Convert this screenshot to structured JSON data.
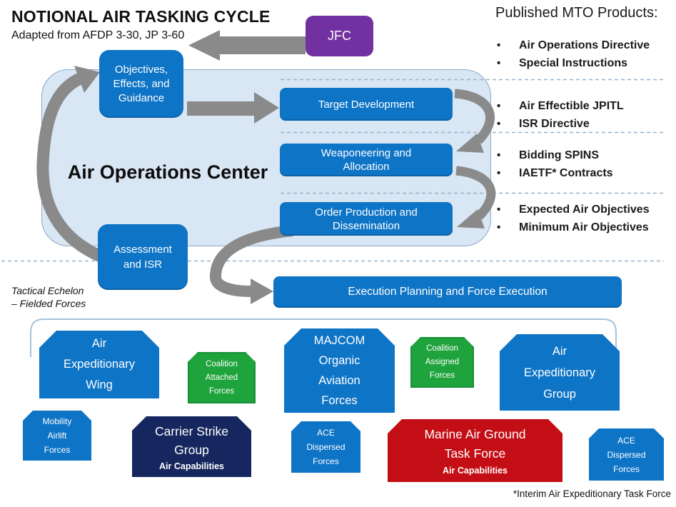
{
  "title": "NOTIONAL AIR TASKING CYCLE",
  "subtitle": "Adapted from AFDP 3-30, JP 3-60",
  "jfc_label": "JFC",
  "aoc_label": "Air Operations Center",
  "cycle": {
    "objectives": "Objectives, Effects, and Guidance",
    "target_development": "Target Development",
    "weaponeering": "Weaponeering and Allocation",
    "order_production": "Order Production and Dissemination",
    "assessment": "Assessment and ISR",
    "execution": "Execution Planning and Force Execution"
  },
  "mto": {
    "heading": "Published MTO Products:",
    "bullet": "•",
    "groups": [
      {
        "items": [
          "Air Operations Directive",
          "Special Instructions"
        ]
      },
      {
        "items": [
          "Air Effectible JPITL",
          "ISR Directive"
        ]
      },
      {
        "items": [
          "Bidding SPINS",
          "IAETF* Contracts"
        ]
      },
      {
        "items": [
          "Expected Air Objectives",
          "Minimum Air Objectives"
        ]
      }
    ]
  },
  "tactical": {
    "line1": "Tactical Echelon",
    "line2": "– Fielded Forces"
  },
  "forces": {
    "air_expeditionary_wing": "Air Expeditionary Wing",
    "coalition_attached": "Coalition Attached Forces",
    "majcom": "MAJCOM Organic Aviation Forces",
    "coalition_assigned": "Coalition Assigned Forces",
    "air_expeditionary_group": "Air Expeditionary Group",
    "mobility_airlift": "Mobility Airlift Forces",
    "carrier_strike_group": "Carrier Strike Group",
    "carrier_strike_sub": "Air Capabilities",
    "ace_dispersed_left": "ACE Dispersed Forces",
    "magtf": "Marine Air Ground Task Force",
    "magtf_sub": "Air Capabilities",
    "ace_dispersed_right": "ACE Dispersed Forces"
  },
  "footnote": "*Interim Air Expeditionary Task Force",
  "colors": {
    "process_blue": "#0E74C6",
    "container_fill": "#D9E6F4",
    "container_border": "#89A9C7",
    "green": "#1FA33C",
    "navy": "#16265E",
    "red": "#C40E15",
    "purple": "#7231A0",
    "arrow_gray": "#8A8A8A",
    "dash_blue": "#96B1C9"
  }
}
